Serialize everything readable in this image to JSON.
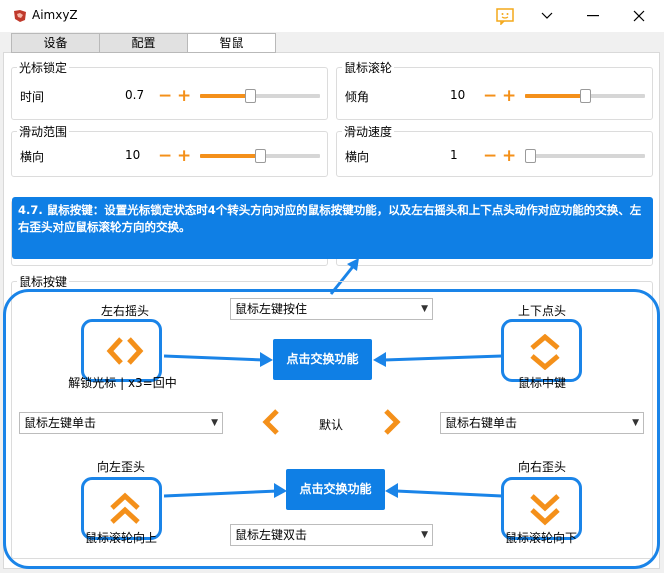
{
  "window": {
    "title": "AimxyZ"
  },
  "tabs": [
    "设备",
    "配置",
    "智鼠"
  ],
  "cursor_lock": {
    "title": "光标锁定",
    "label": "时间",
    "value": "0.7",
    "level": 0.41
  },
  "wheel": {
    "title": "鼠标滚轮",
    "label": "倾角",
    "value": "10",
    "level": 0.5
  },
  "slide_range": {
    "title": "滑动范围",
    "label": "横向",
    "value": "10",
    "level": 0.5
  },
  "slide_speed": {
    "title": "滑动速度",
    "label": "横向",
    "value": "1",
    "level": 0.0
  },
  "banner": {
    "text": "4.7. 鼠标按键：设置光标锁定状态时4个转头方向对应的鼠标按键功能，以及左右摇头和上下点头动作对应功能的交换、左右歪头对应鼠标滚轮方向的交换。"
  },
  "mouse_keys": {
    "title": "鼠标按键",
    "shake_label": "左右摇头",
    "shake_caption": "解锁光标 | x3=回中",
    "nod_label": "上下点头",
    "nod_caption": "鼠标中键",
    "top_combo": "鼠标左键按住",
    "left_combo": "鼠标左键单击",
    "right_combo": "鼠标右键单击",
    "bottom_combo": "鼠标左键双击",
    "default_label": "默认",
    "swap_label": "点击交换功能",
    "tilt_left_label": "向左歪头",
    "tilt_left_caption": "鼠标滚轮向上",
    "tilt_right_label": "向右歪头",
    "tilt_right_caption": "鼠标滚轮向下"
  },
  "colors": {
    "accent": "#f4901a",
    "blue": "#0f7fe5",
    "outline": "#1a84e8"
  }
}
